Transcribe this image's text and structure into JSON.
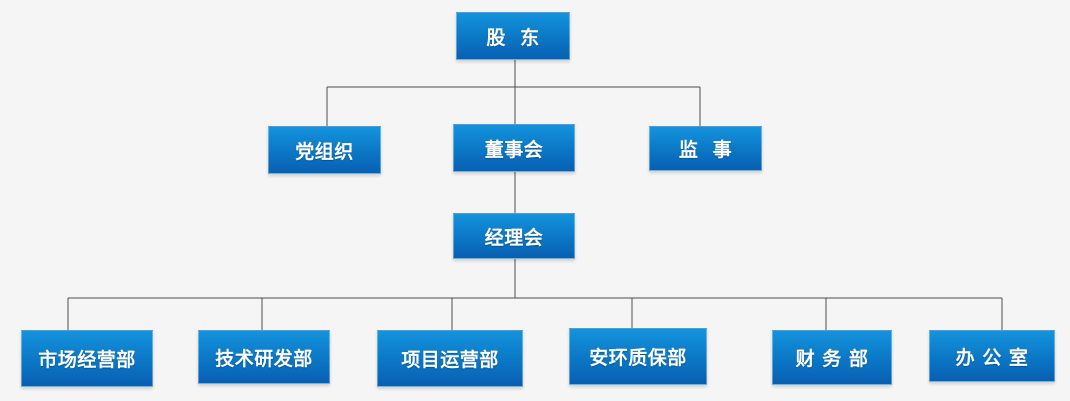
{
  "nodes": {
    "top": "股  东",
    "party": "党组织",
    "board": "董事会",
    "supervisor": "监  事",
    "manager": "经理会",
    "market": "市场经营部",
    "tech": "技术研发部",
    "project": "项目运营部",
    "safety": "安环质保部",
    "finance": "财 务 部",
    "office": "办 公 室"
  }
}
